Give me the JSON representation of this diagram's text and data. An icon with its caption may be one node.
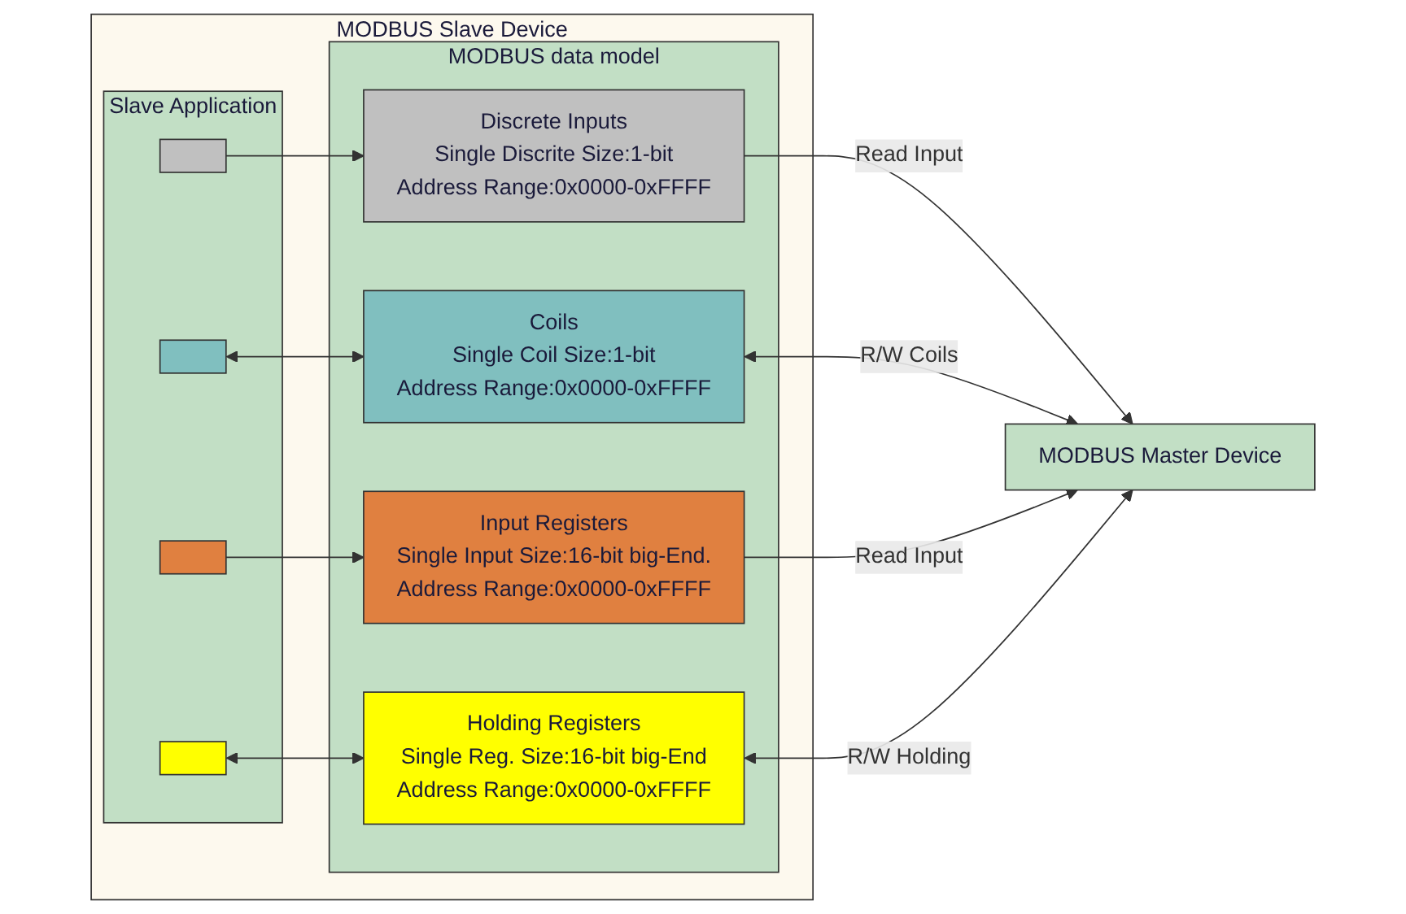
{
  "diagram": {
    "nodes": [
      {
        "text": [
          "MODBUS Slave Device"
        ]
      },
      {
        "text": [
          "Slave Application"
        ],
        "in": 0
      },
      {
        "text": [],
        "shape": "box",
        "in": 1
      },
      {
        "text": [],
        "shape": "box",
        "in": 1
      },
      {
        "text": [],
        "shape": "box",
        "in": 1
      },
      {
        "text": [],
        "shape": "box",
        "in": 1
      },
      {
        "text": [
          "MODBUS data model"
        ],
        "in": 0
      },
      {
        "text": [
          "Discrete Inputs",
          "Single Discrite Size:1-bit",
          "Address Range:0x0000-0xFFFF"
        ],
        "in": 6
      },
      {
        "text": [
          "Coils",
          "Single Coil Size:1-bit",
          "Address Range:0x0000-0xFFFF"
        ],
        "in": 6
      },
      {
        "text": [
          "Input Registers",
          "Single Input Size:16-bit big-End.",
          "Address Range:0x0000-0xFFFF"
        ],
        "in": 6
      },
      {
        "text": [
          "Holding Registers",
          "Single Reg. Size:16-bit big-End",
          "Address Range:0x0000-0xFFFF"
        ],
        "in": 6
      },
      {
        "text": [
          "MODBUS Master Device"
        ]
      }
    ],
    "edges": [
      {
        "from": 2,
        "to": 7,
        "arrow": "to"
      },
      {
        "from": 8,
        "to": 3,
        "arrow": "both"
      },
      {
        "from": 4,
        "to": 9,
        "arrow": "to"
      },
      {
        "from": 10,
        "to": 5,
        "arrow": "both"
      },
      {
        "from": 7,
        "to": 11,
        "arrow": "to",
        "label": "Read Input"
      },
      {
        "from": 8,
        "to": 11,
        "arrow": "both",
        "label": "R/W Coils"
      },
      {
        "from": 9,
        "to": 11,
        "arrow": "to",
        "label": "Read Input"
      },
      {
        "from": 10,
        "to": 11,
        "arrow": "both",
        "label": "R/W Holding"
      }
    ]
  }
}
